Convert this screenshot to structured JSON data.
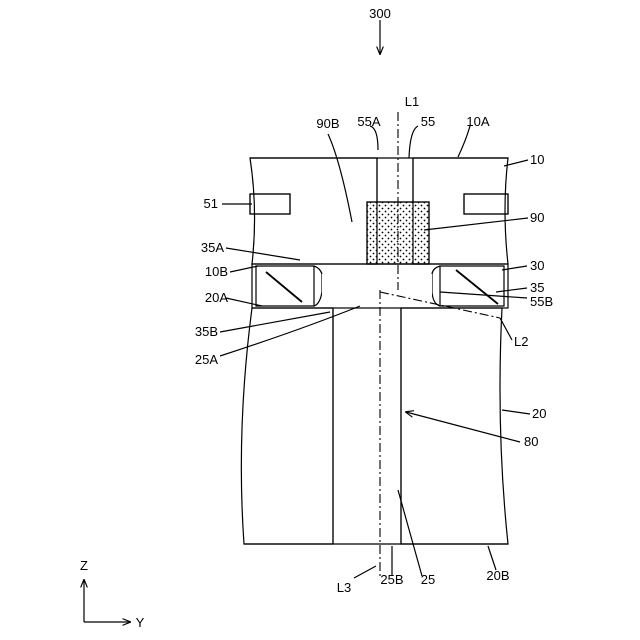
{
  "figure": {
    "ref_main": "300",
    "labels": {
      "L1": "L1",
      "L2": "L2",
      "L3": "L3",
      "n10": "10",
      "n10A": "10A",
      "n10B": "10B",
      "n20": "20",
      "n20A": "20A",
      "n20B": "20B",
      "n25": "25",
      "n25A": "25A",
      "n25B": "25B",
      "n30": "30",
      "n35": "35",
      "n35A": "35A",
      "n35B": "35B",
      "n51": "51",
      "n55": "55",
      "n55A": "55A",
      "n55B": "55B",
      "n80": "80",
      "n90": "90",
      "n90B": "90B"
    },
    "axes": {
      "z": "Z",
      "y": "Y"
    }
  }
}
